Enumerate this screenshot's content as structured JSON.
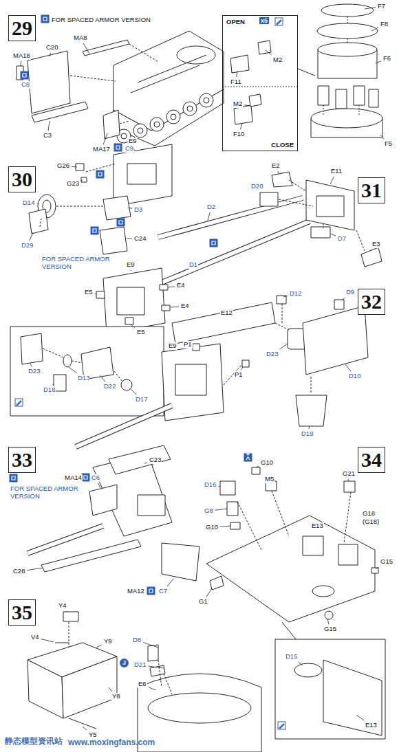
{
  "diagram": {
    "nodes": [
      {
        "text": [
          "29"
        ]
      },
      {
        "text": [
          "OPEN",
          "CLOSE"
        ]
      },
      {
        "text": [
          "30"
        ]
      },
      {
        "text": [
          "31"
        ]
      },
      {
        "text": [
          "32"
        ]
      },
      {
        "text": [
          "33"
        ]
      },
      {
        "text": [
          "34"
        ]
      },
      {
        "text": [
          "35"
        ]
      }
    ],
    "labels": [
      "FOR SPACED ARMOR VERSION",
      "MA8",
      "MA18",
      "C20",
      "C8",
      "C3",
      "MA17",
      "C9",
      "x5",
      "M2",
      "F11",
      "M2",
      "F10",
      "F7",
      "F8",
      "F6",
      "F5",
      "G26",
      "G23",
      "E9",
      "D14",
      "D3",
      "D29",
      "C24",
      "FOR SPACED ARMOR VERSION",
      "E2",
      "E11",
      "D20",
      "D2",
      "D7",
      "E3",
      "D1",
      "E9",
      "E4",
      "E4",
      "E5",
      "E5",
      "D23",
      "D13",
      "D22",
      "D18",
      "D17",
      "D12",
      "D9",
      "E12",
      "P1",
      "P1",
      "D23",
      "D10",
      "D19",
      "E9",
      "MA14",
      "C6",
      "C23",
      "FOR SPACED ARMOR VERSION",
      "C28",
      "MA12",
      "C7",
      "G10",
      "D16",
      "M5",
      "G8",
      "G10",
      "E13",
      "G21",
      "G18",
      "(G18)",
      "G15",
      "G1",
      "G15",
      "D15",
      "E13",
      "Y4",
      "V4",
      "Y9",
      "Y8",
      "Y5",
      "J",
      "D8",
      "D21",
      "E6",
      "静态模型资讯站",
      "www.moxingfans.com"
    ]
  }
}
